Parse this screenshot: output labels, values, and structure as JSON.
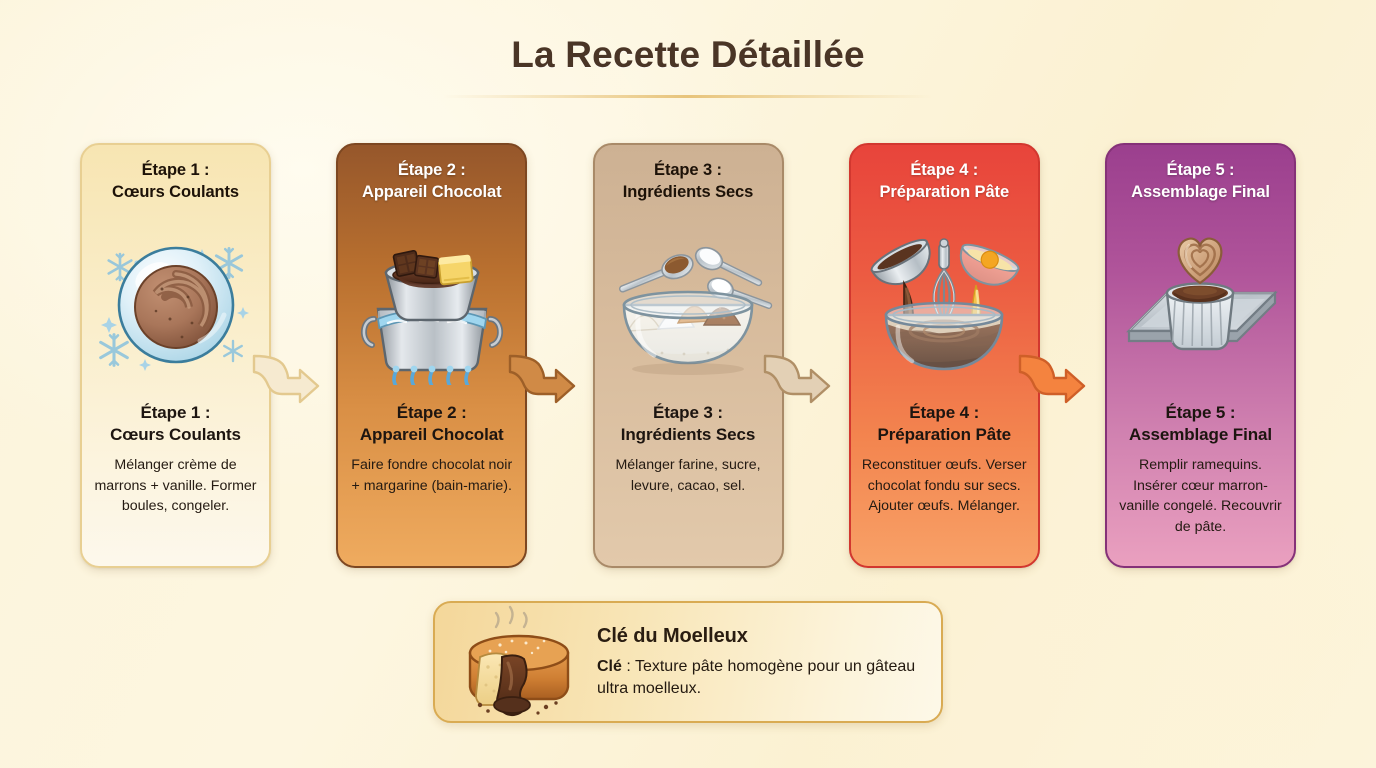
{
  "header": {
    "title": "La Recette Détaillée"
  },
  "steps": [
    {
      "head": "Étape 1 :\nCœurs Coulants",
      "title": "Étape 1 :\nCœurs Coulants",
      "desc": "Mélanger crème de marrons + vanille. Former boules, congeler.",
      "icon": "frozen-chestnut-cream-ball-icon",
      "accent": "#f7e5b2"
    },
    {
      "head": "Étape 2 :\nAppareil Chocolat",
      "title": "Étape 2 :\nAppareil Chocolat",
      "desc": "Faire fondre chocolat noir + margarine (bain-marie).",
      "icon": "double-boiler-melting-chocolate-icon",
      "accent": "#b9702f"
    },
    {
      "head": "Étape 3 :\nIngrédients Secs",
      "title": "Étape 3 :\nIngrédients Secs",
      "desc": "Mélanger farine, sucre, levure, cacao, sel.",
      "icon": "dry-ingredients-bowl-icon",
      "accent": "#d7bb9c"
    },
    {
      "head": "Étape 4 :\nPréparation Pâte",
      "title": "Étape 4 :\nPréparation Pâte",
      "desc": "Reconstituer œufs. Verser chocolat fondu sur secs. Ajouter œufs. Mélanger.",
      "icon": "batter-mixing-bowl-whisk-icon",
      "accent": "#ec5c42"
    },
    {
      "head": "Étape 5 :\nAssemblage Final",
      "title": "Étape 5 :\nAssemblage Final",
      "desc": "Remplir ramequins. Insérer cœur marron-vanille congelé. Recouvrir de pâte.",
      "icon": "ramekin-on-tray-heart-icon",
      "accent": "#b0549a"
    }
  ],
  "arrows": [
    {
      "name": "arrow-step1-to-step2",
      "color": "#f6ead0",
      "stroke": "#e3c98f"
    },
    {
      "name": "arrow-step2-to-step3",
      "color": "#d08a46",
      "stroke": "#9d5f28"
    },
    {
      "name": "arrow-step3-to-step4",
      "color": "#e3d0b5",
      "stroke": "#b08f66"
    },
    {
      "name": "arrow-step4-to-step5",
      "color": "#f4833f",
      "stroke": "#cf5f28"
    }
  ],
  "callout": {
    "heading": "Clé du Moelleux",
    "label": "Clé",
    "separator": " : ",
    "text": "Texture pâte homogène pour un gâteau ultra moelleux.",
    "icon": "molten-lava-cake-icon",
    "border_color": "#d9ab53"
  }
}
